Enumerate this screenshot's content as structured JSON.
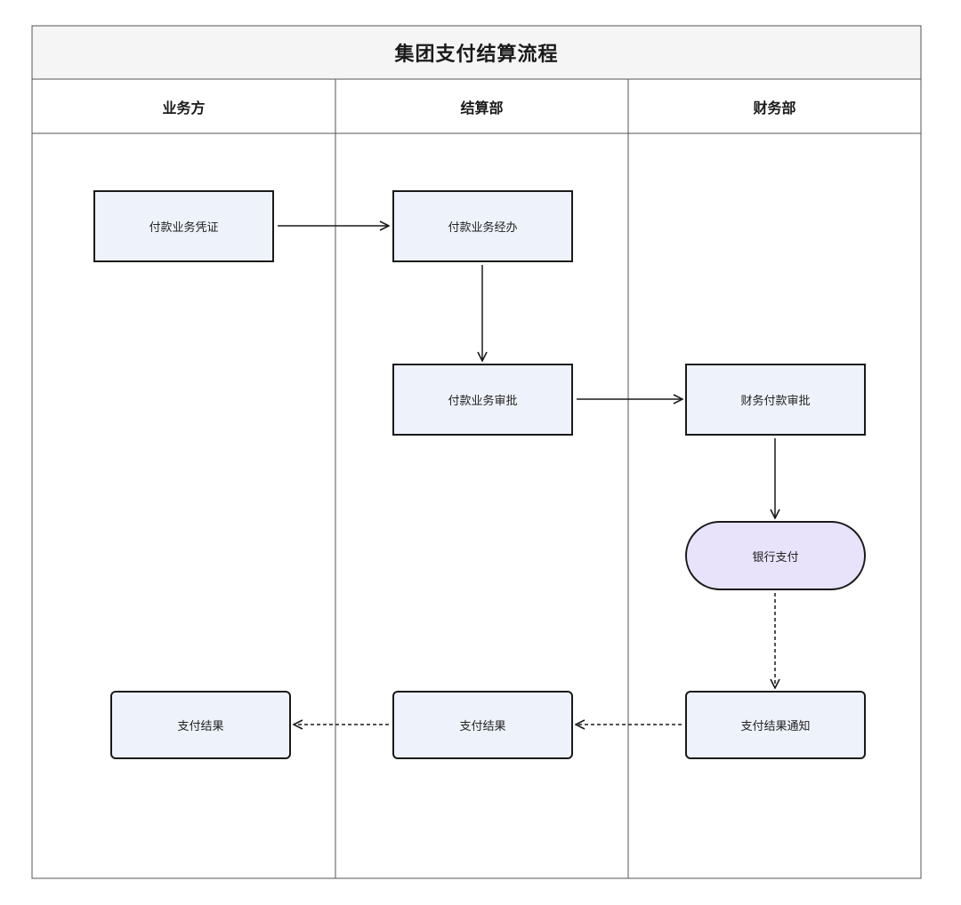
{
  "title": "集团支付结算流程",
  "lanes": [
    {
      "label": "业务方"
    },
    {
      "label": "结算部"
    },
    {
      "label": "财务部"
    }
  ],
  "nodes": {
    "voucher": {
      "label": "付款业务凭证"
    },
    "handling": {
      "label": "付款业务经办"
    },
    "approval": {
      "label": "付款业务审批"
    },
    "finance_approval": {
      "label": "财务付款审批"
    },
    "bank_payment": {
      "label": "银行支付"
    },
    "notice": {
      "label": "支付结果通知"
    },
    "settle_result": {
      "label": "支付结果"
    },
    "biz_result": {
      "label": "支付结果"
    }
  },
  "colors": {
    "process_fill": "#eef2fb",
    "terminal_fill": "#e8e2fa",
    "border": "#1a1a1a",
    "title_fill": "#f5f5f5",
    "grid_line": "#555555"
  }
}
